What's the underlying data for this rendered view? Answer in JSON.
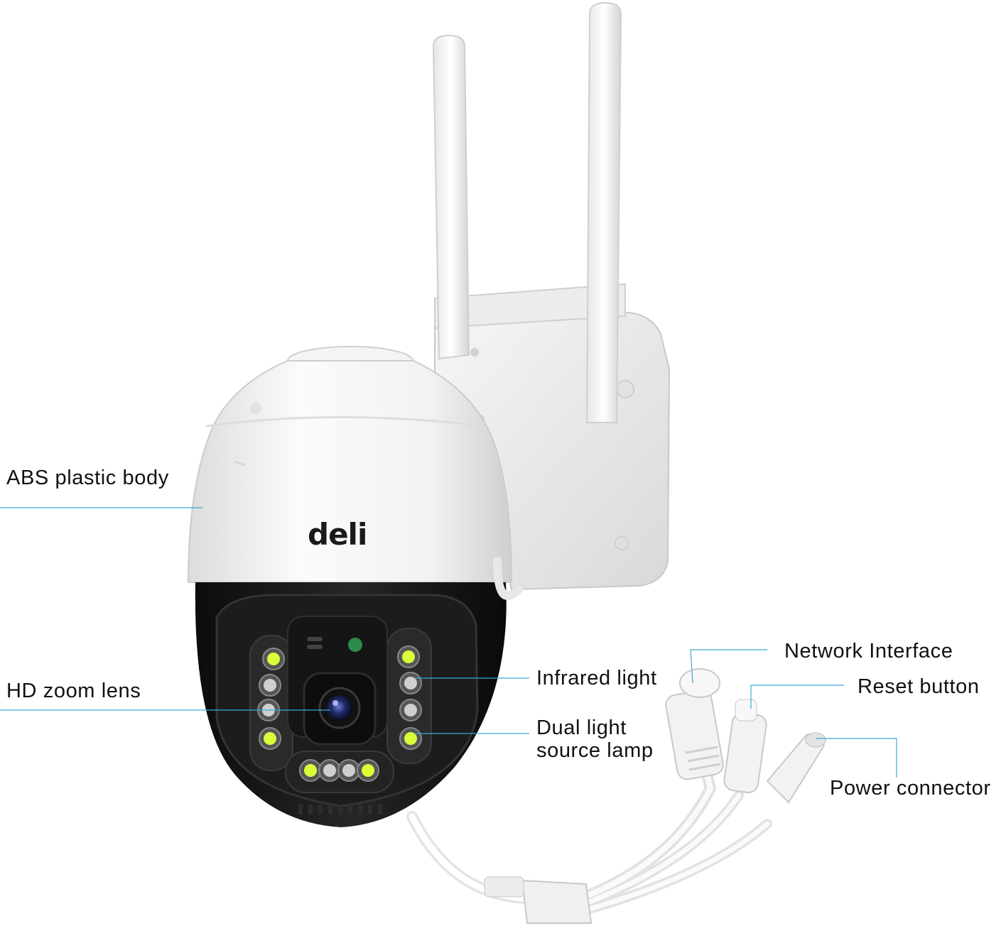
{
  "brand": {
    "logo_text": "deli"
  },
  "colors": {
    "callout_line": "#3fa9d6",
    "housing_white": "#f3f3f3",
    "housing_black": "#151515",
    "led_warm": "#d9ff3a",
    "led_ir": "#cfcfcf",
    "status_led": "#2e8a4a"
  },
  "callouts": [
    {
      "id": "abs",
      "text": "ABS plastic body"
    },
    {
      "id": "lens",
      "text": "HD zoom lens"
    },
    {
      "id": "ir",
      "text": "Infrared light"
    },
    {
      "id": "dual_1",
      "text": "Dual light"
    },
    {
      "id": "dual_2",
      "text": "source lamp"
    },
    {
      "id": "net",
      "text": "Network Interface"
    },
    {
      "id": "reset",
      "text": "Reset button"
    },
    {
      "id": "power",
      "text": "Power connector"
    }
  ]
}
